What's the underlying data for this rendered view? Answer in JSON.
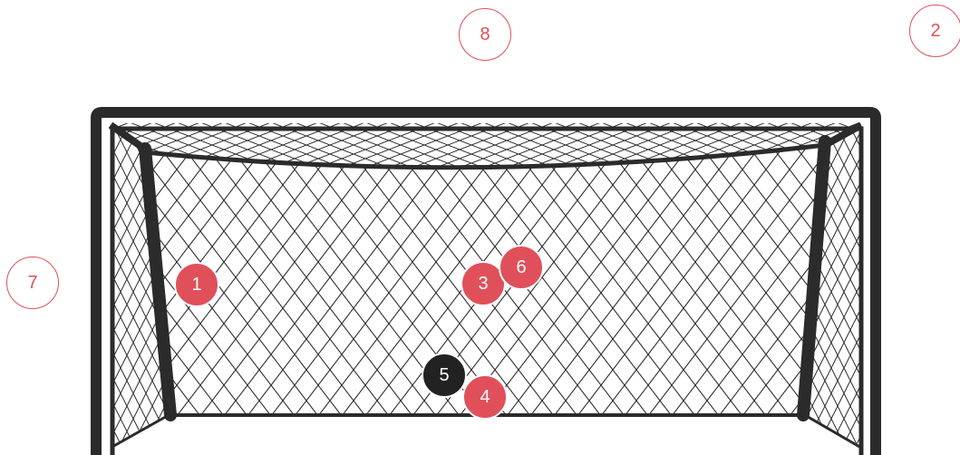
{
  "colors": {
    "goal_frame": "#2b2b2b",
    "goal_net": "#2b2b2b",
    "shot_fill": "#e0505a",
    "saved_fill": "#222222"
  },
  "shots": [
    {
      "number": "1",
      "outcome": "on-target",
      "color": "#e0505a"
    },
    {
      "number": "2",
      "outcome": "off-target",
      "color": "#e0505a"
    },
    {
      "number": "3",
      "outcome": "on-target",
      "color": "#e0505a"
    },
    {
      "number": "4",
      "outcome": "on-target",
      "color": "#e0505a"
    },
    {
      "number": "5",
      "outcome": "saved",
      "color": "#222222"
    },
    {
      "number": "6",
      "outcome": "on-target",
      "color": "#e0505a"
    },
    {
      "number": "7",
      "outcome": "off-target",
      "color": "#e0505a"
    },
    {
      "number": "8",
      "outcome": "off-target",
      "color": "#e0505a"
    }
  ]
}
